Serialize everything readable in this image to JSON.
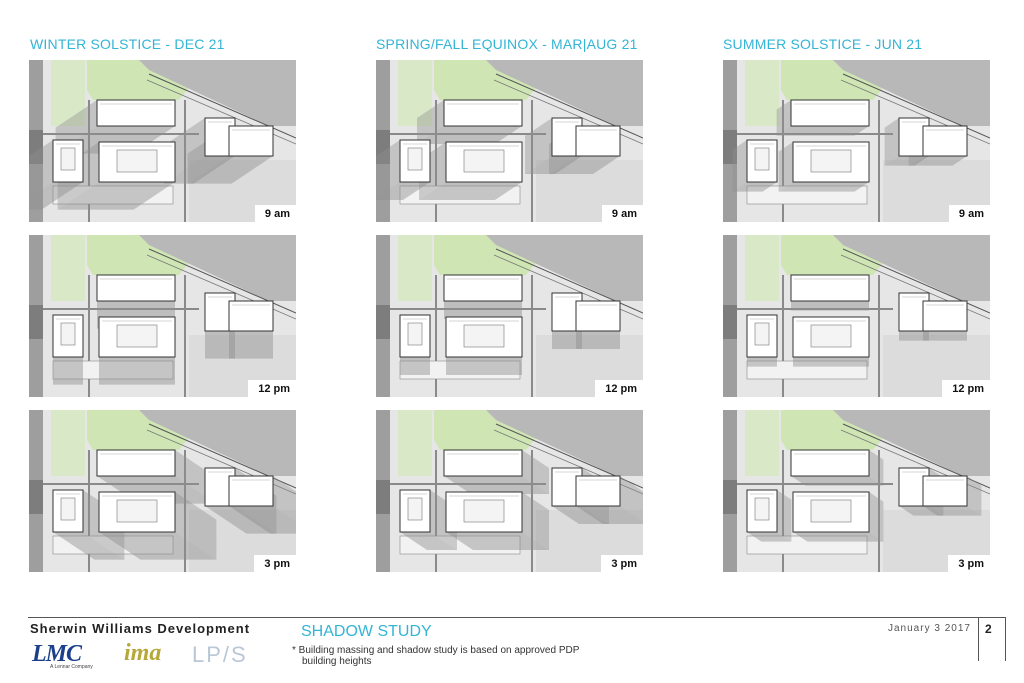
{
  "columns": [
    {
      "title": "WINTER SOLSTICE - DEC 21"
    },
    {
      "title": "SPRING/FALL EQUINOX - MAR|AUG 21"
    },
    {
      "title": "SUMMER SOLSTICE - JUN 21"
    }
  ],
  "times": [
    "9 am",
    "12 pm",
    "3 pm"
  ],
  "footer": {
    "company": "Sherwin Williams Development",
    "study_title": "SHADOW STUDY",
    "note_line1": "* Building massing and shadow study is based on approved PDP",
    "note_line2": "building heights",
    "date": "January 3 2017",
    "page": "2"
  },
  "logos": {
    "lmc": "LMC",
    "lmc_sub": "A Lennar Company",
    "ima": "ima",
    "lps": "LP/S"
  },
  "colors": {
    "accent": "#33b5d6",
    "green_space": "#cfe6b4",
    "building": "#ffffff",
    "shadow": "#9a9a9a"
  }
}
